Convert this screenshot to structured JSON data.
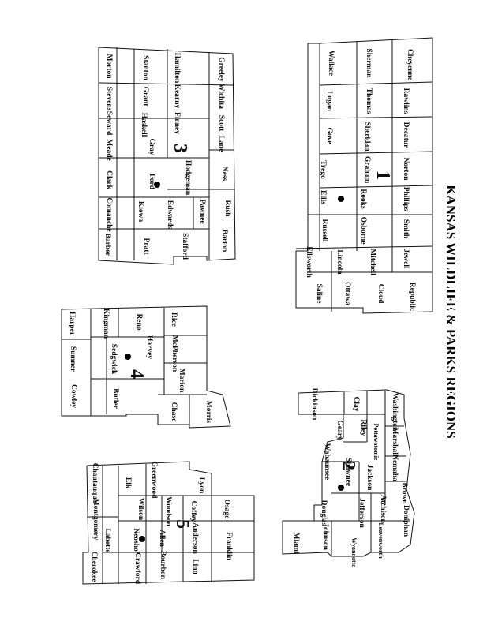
{
  "title": "KANSAS WILDLIFE & PARKS REGIONS",
  "regions": [
    {
      "number": "1",
      "counties": [
        "Cheyenne",
        "Rawlins",
        "Decatur",
        "Norton",
        "Phillips",
        "Smith",
        "Jewell",
        "Republic",
        "Sherman",
        "Thomas",
        "Sheridan",
        "Graham",
        "Rooks",
        "Osborne",
        "Mitchell",
        "Cloud",
        "Wallace",
        "Logan",
        "Gove",
        "Trego",
        "Ellis",
        "Russell",
        "Lincoln",
        "Ottawa",
        "Ellsworth",
        "Saline"
      ]
    },
    {
      "number": "2",
      "counties": [
        "Washington",
        "Marshall",
        "Nemaha",
        "Brown",
        "Doniphan",
        "Clay",
        "Riley",
        "Pottawatomie",
        "Jackson",
        "Atchison",
        "Jefferson",
        "Leavenworth",
        "Wyandotte",
        "Shawnee",
        "Wabaunsee",
        "Geary",
        "Dickinson",
        "Douglas",
        "Johnson",
        "Miami"
      ]
    },
    {
      "number": "3",
      "counties": [
        "Greeley",
        "Wichita",
        "Scott",
        "Lane",
        "Ness",
        "Rush",
        "Barton",
        "Hamilton",
        "Kearny",
        "Finney",
        "Hodgeman",
        "Pawnee",
        "Stafford",
        "Stanton",
        "Grant",
        "Haskell",
        "Gray",
        "Ford",
        "Edwards",
        "Kiowa",
        "Pratt",
        "Morton",
        "Stevens",
        "Seward",
        "Meade",
        "Clark",
        "Comanche",
        "Barber"
      ]
    },
    {
      "number": "4",
      "counties": [
        "Rice",
        "McPherson",
        "Marion",
        "Morris",
        "Chase",
        "Reno",
        "Harvey",
        "Butler",
        "Kingman",
        "Sedgwick",
        "Harper",
        "Sumner",
        "Cowley"
      ]
    },
    {
      "number": "5",
      "counties": [
        "Lyon",
        "Osage",
        "Franklin",
        "Coffey",
        "Anderson",
        "Linn",
        "Greenwood",
        "Woodson",
        "Allen",
        "Bourbon",
        "Wilson",
        "Neosho",
        "Crawford",
        "Elk",
        "Montgomery",
        "Labette",
        "Cherokee",
        "Chautauqua"
      ]
    }
  ]
}
